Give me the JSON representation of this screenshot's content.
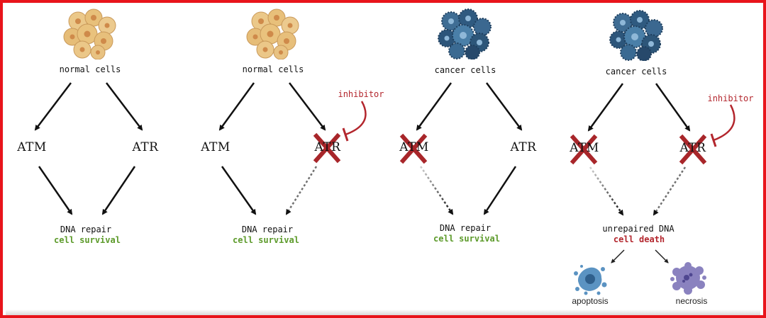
{
  "panels": [
    {
      "population": "normal cells",
      "atm": "ATM",
      "atr": "ATR",
      "outcome_line1": "DNA repair",
      "outcome_line2": "cell survival"
    },
    {
      "population": "normal cells",
      "atm": "ATM",
      "atr": "ATR",
      "inhibitor": "inhibitor",
      "outcome_line1": "DNA repair",
      "outcome_line2": "cell survival"
    },
    {
      "population": "cancer cells",
      "atm": "ATM",
      "atr": "ATR",
      "outcome_line1": "DNA repair",
      "outcome_line2": "cell survival"
    },
    {
      "population": "cancer cells",
      "atm": "ATM",
      "atr": "ATR",
      "inhibitor": "inhibitor",
      "outcome_line1": "unrepaired DNA",
      "outcome_line2": "cell death",
      "fate_left": "apoptosis",
      "fate_right": "necrosis"
    }
  ],
  "colors": {
    "border": "#e8141b",
    "survival": "#5c9a2a",
    "death": "#b3262d",
    "normal_cell": "#e8c07a",
    "cancer_cell": "#4a7fa8",
    "apoptosis": "#5b93c2",
    "necrosis": "#7f76b5"
  },
  "icons": [
    "normal-cells-icon",
    "cancer-cells-icon",
    "x-mark-icon",
    "apoptosis-icon",
    "necrosis-icon"
  ]
}
